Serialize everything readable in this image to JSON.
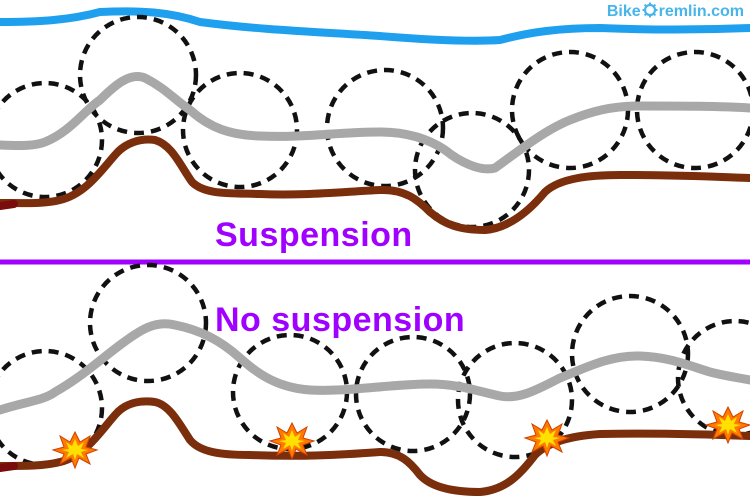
{
  "labels": {
    "suspension": "Suspension",
    "no_suspension": "No suspension"
  },
  "watermark": {
    "text_before": "Bike",
    "text_after": "remlin.com",
    "icon": "gear-icon"
  },
  "colors": {
    "label_purple": "#a000ff",
    "divider_purple": "#a000ff",
    "sky_blue": "#1ea0ee",
    "ground_brown": "#7a2e0c",
    "body_gray": "#a8a8a8",
    "wheel_dashed": "#111111",
    "impact_yellow": "#ffe000",
    "impact_orange": "#ff7a00",
    "watermark_blue": "#34aee8"
  },
  "icons": {
    "wheel": "dashed-circle",
    "impact": "impact-burst-icon"
  }
}
